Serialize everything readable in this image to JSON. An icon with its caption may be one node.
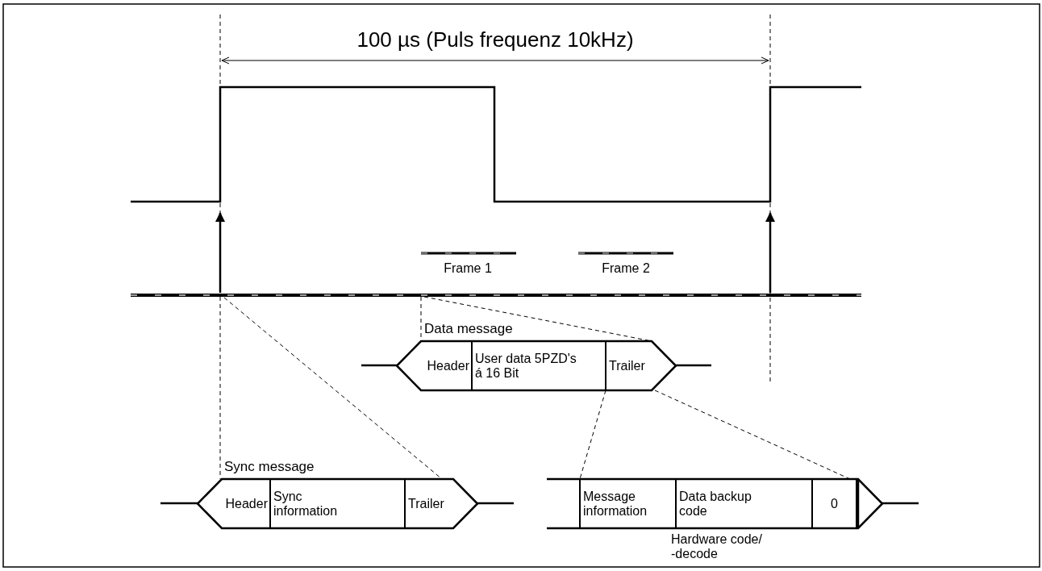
{
  "diagram": {
    "nodes": [
      {
        "text": [],
        "shape": "bar"
      },
      {
        "text": [
          "Data message"
        ]
      },
      {
        "text": [
          "Header"
        ],
        "in": 1
      },
      {
        "text": [
          "User data 5PZD's á 16 Bit"
        ],
        "in": 1
      },
      {
        "text": [
          "Trailer"
        ],
        "in": 1
      },
      {
        "text": [
          "Sync message"
        ]
      },
      {
        "text": [
          "Header"
        ],
        "in": 5
      },
      {
        "text": [
          "Sync information"
        ],
        "in": 5
      },
      {
        "text": [
          "Trailer"
        ],
        "in": 5
      },
      {
        "text": [],
        "shape": "box"
      },
      {
        "text": [
          "Message information"
        ],
        "in": 9
      },
      {
        "text": [
          "Data backup code"
        ],
        "in": 9
      },
      {
        "text": [
          "0"
        ],
        "in": 9
      }
    ],
    "edges": [
      {
        "from": 0,
        "to": 1,
        "arrow": "none",
        "style": "dashed"
      },
      {
        "from": 0,
        "to": 1,
        "arrow": "none",
        "style": "dashed"
      },
      {
        "from": 0,
        "to": 5,
        "arrow": "none",
        "style": "dashed"
      },
      {
        "from": 0,
        "to": 5,
        "arrow": "none",
        "style": "dashed"
      },
      {
        "from": 4,
        "to": 9,
        "arrow": "none",
        "style": "dashed"
      },
      {
        "from": 4,
        "to": 9,
        "arrow": "none",
        "style": "dashed"
      }
    ],
    "labels": [
      "100 µs (Puls frequenz 10kHz)",
      "Frame 1",
      "Frame 2",
      "Hardware code/ -decode"
    ]
  }
}
